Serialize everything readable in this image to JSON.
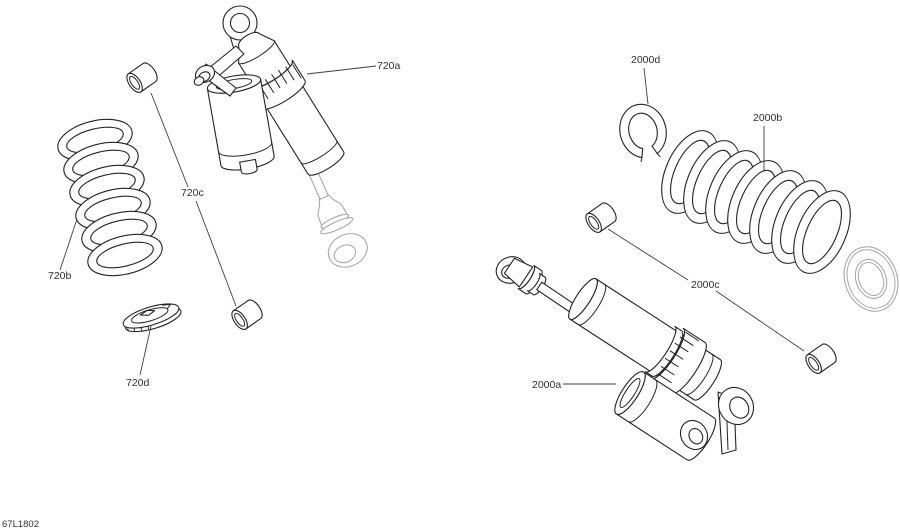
{
  "page": {
    "background": "#ffffff"
  },
  "drawing": {
    "code": "67L1802",
    "line_color": "#232323",
    "light_line_color": "#a8a8a8",
    "label_color": "#2f2f2f"
  },
  "callouts": {
    "front_shock": "720a",
    "front_spring": "720b",
    "front_bushing": "720c",
    "front_spring_seat": "720d",
    "rear_shock": "2000a",
    "rear_spring": "2000b",
    "rear_bushing": "2000c",
    "rear_retaining_ring": "2000d"
  }
}
